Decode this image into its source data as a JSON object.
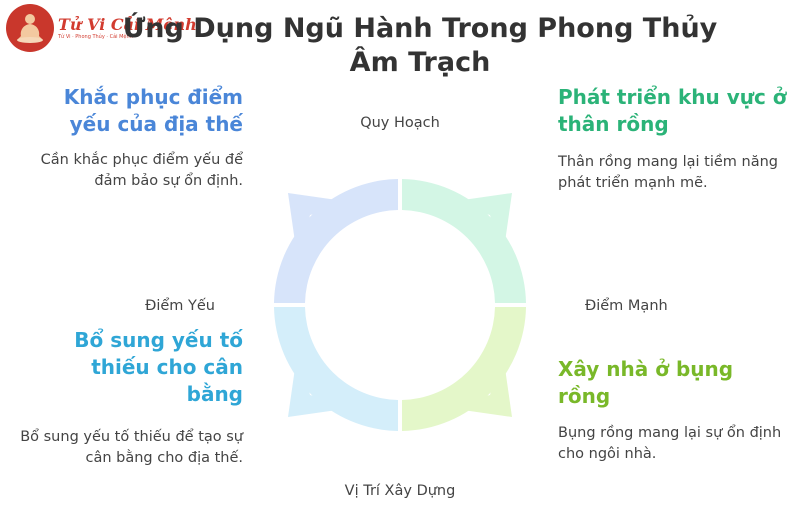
{
  "logo": {
    "name": "Tử Vi Cải Mệnh",
    "tagline": "Tử Vi · Phong Thủy · Cải Mệnh"
  },
  "title": "Ứng Dụng Ngũ Hành Trong Phong Thủy Âm Trạch",
  "cycle_labels": {
    "top": "Quy Hoạch",
    "right": "Điểm Mạnh",
    "bottom": "Vị Trí Xây Dựng",
    "left": "Điểm Yếu"
  },
  "quadrants": {
    "top_left": {
      "heading": "Khắc phục điểm yếu của địa thế",
      "description": "Cần khắc phục điểm yếu để đảm bảo sự ổn định.",
      "color": "#4a86d8"
    },
    "top_right": {
      "heading": "Phát triển khu vực ở thân rồng",
      "description": "Thân rồng mang lại tiềm năng phát triển mạnh mẽ.",
      "color": "#2bb378"
    },
    "bottom_left": {
      "heading": "Bổ sung yếu tố thiếu cho cân bằng",
      "description": "Bổ sung yếu tố thiếu để tạo sự cân bằng cho địa thế.",
      "color": "#2fa6d6"
    },
    "bottom_right": {
      "heading": "Xây nhà ở bụng rồng",
      "description": "Bụng rồng mang lại sự ổn định cho ngôi nhà.",
      "color": "#79b829"
    }
  },
  "segment_colors": {
    "top_left": "#d7e4fa",
    "top_right": "#d3f6e5",
    "bottom_right": "#e4f7c9",
    "bottom_left": "#d4eefa"
  }
}
